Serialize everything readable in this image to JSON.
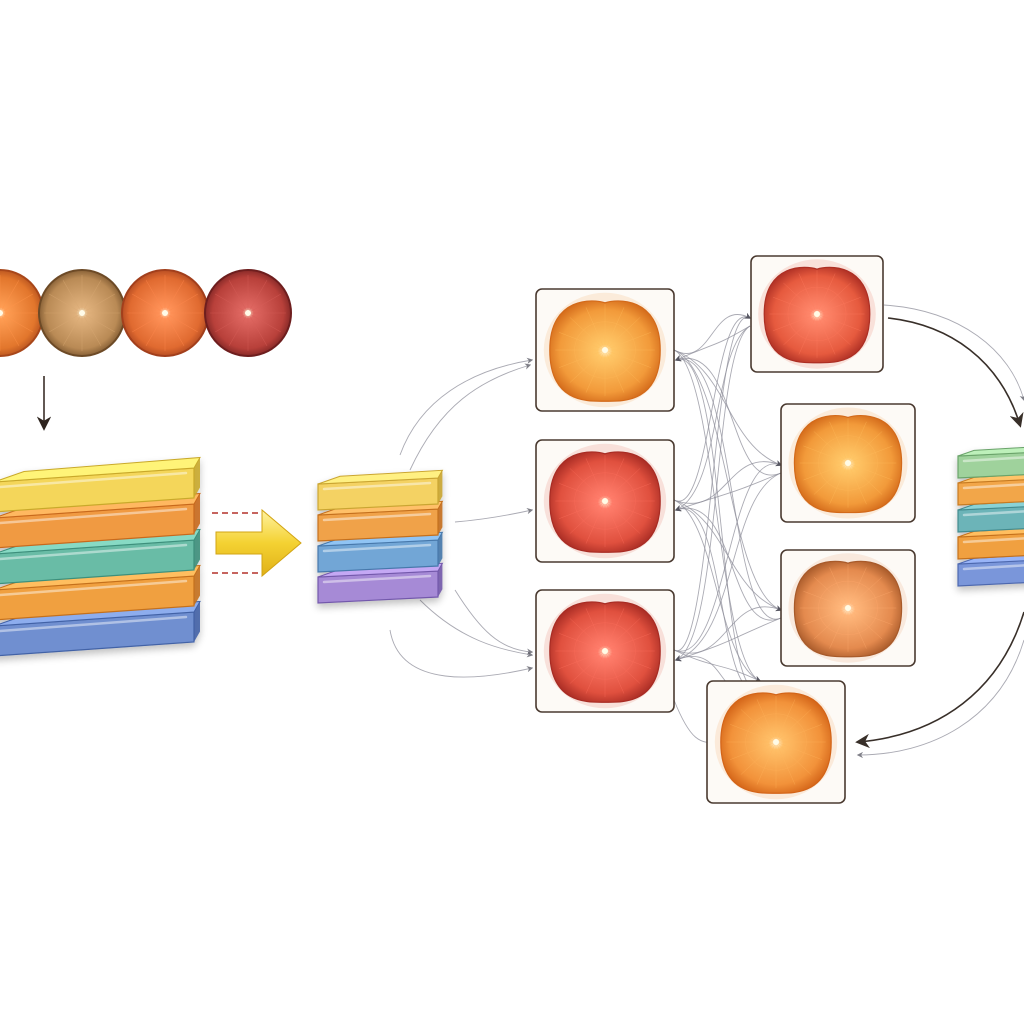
{
  "colors": {
    "background": "#ffffff",
    "arrow_dark": "#3a2a22",
    "arrow_light": "#9a9aa6",
    "tile_border": "#4a3a30",
    "big_arrow": "#f2cf2a"
  },
  "input_circles": [
    {
      "id": "circle-1",
      "color": "#e2762c",
      "shade": "#a8471a"
    },
    {
      "id": "circle-2",
      "color": "#b98a55",
      "shade": "#6d4a26"
    },
    {
      "id": "circle-3",
      "color": "#e06a30",
      "shade": "#a23f1c"
    },
    {
      "id": "circle-4",
      "color": "#b8403a",
      "shade": "#6e1e1e"
    }
  ],
  "left_stack_layers": [
    {
      "id": "layer-yellow",
      "color": "#f4d65a",
      "dark": "#c9a92c"
    },
    {
      "id": "layer-orange",
      "color": "#f09a42",
      "dark": "#c8691e"
    },
    {
      "id": "layer-teal",
      "color": "#69bca6",
      "dark": "#3d8f7b"
    },
    {
      "id": "layer-orange-2",
      "color": "#f0a040",
      "dark": "#c4701c"
    },
    {
      "id": "layer-blue",
      "color": "#6f8fd0",
      "dark": "#4262a6"
    }
  ],
  "middle_stack_layers": [
    {
      "id": "mid-yellow",
      "color": "#f4d264",
      "dark": "#caa532"
    },
    {
      "id": "mid-orange",
      "color": "#f0a24a",
      "dark": "#c46f1f"
    },
    {
      "id": "mid-blue",
      "color": "#72a6d6",
      "dark": "#4778ab"
    },
    {
      "id": "mid-purple",
      "color": "#a68ad6",
      "dark": "#7359ab"
    }
  ],
  "right_stack_layers": [
    {
      "id": "right-green",
      "color": "#9fd29c",
      "dark": "#6aa36a"
    },
    {
      "id": "right-orange",
      "color": "#f2a64a",
      "dark": "#c67a22"
    },
    {
      "id": "right-teal",
      "color": "#6cb4b8",
      "dark": "#428a8e"
    },
    {
      "id": "right-orange-2",
      "color": "#f0a040",
      "dark": "#c4701c"
    },
    {
      "id": "right-blue",
      "color": "#7a96da",
      "dark": "#4d68ae"
    }
  ],
  "tiles": [
    {
      "id": "tile-a",
      "color": "#f29a3a",
      "shade": "#d36a1a"
    },
    {
      "id": "tile-b",
      "color": "#e0503e",
      "shade": "#a82c24"
    },
    {
      "id": "tile-c",
      "color": "#e0503e",
      "shade": "#a82c24"
    },
    {
      "id": "tile-d",
      "color": "#e65a3e",
      "shade": "#ad2f24"
    },
    {
      "id": "tile-e",
      "color": "#f29a3a",
      "shade": "#d36a1a"
    },
    {
      "id": "tile-f",
      "color": "#e48a4e",
      "shade": "#a85a2a"
    },
    {
      "id": "tile-g",
      "color": "#f2923a",
      "shade": "#d36418"
    }
  ]
}
